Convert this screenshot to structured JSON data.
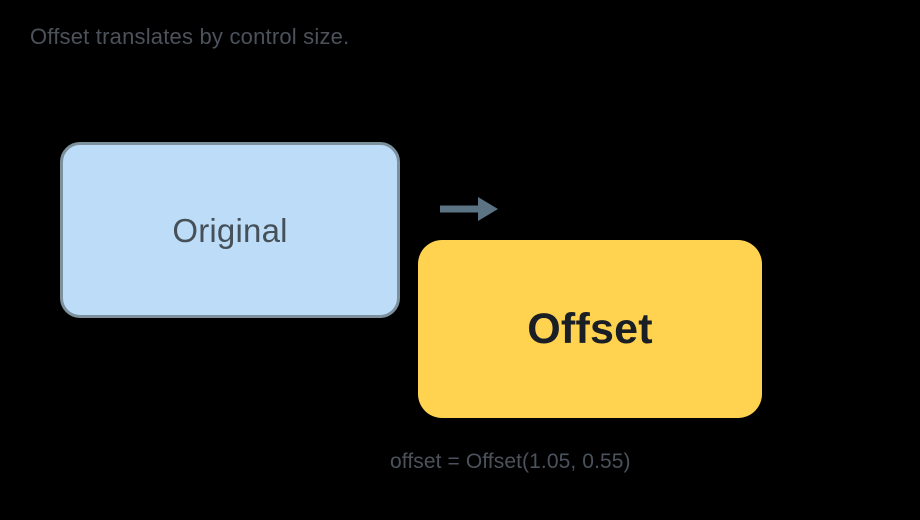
{
  "page": {
    "background_color": "#000000",
    "title": "Offset translates by control size."
  },
  "diagram": {
    "title": "Offset translates by control size.",
    "original_control": {
      "label": "Original",
      "fill_color": "#bddcf7",
      "border_color": "#7d909d",
      "text_color": "#455059"
    },
    "offset_control": {
      "label": "Offset",
      "fill_color": "#ffd34f",
      "text_color": "#1a1e25"
    },
    "arrow": {
      "icon": "arrow-right-icon",
      "color": "#5b7383"
    },
    "formula": "offset = Offset(1.05, 0.55)",
    "formula_color": "#4b525b"
  }
}
